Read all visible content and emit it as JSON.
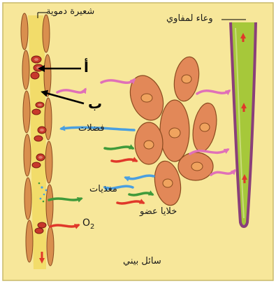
{
  "labels": {
    "blood_capillary": "شعيرة دموية",
    "lymph_vessel": "وعاء لمفاوي",
    "wastes": "فضلات",
    "nutrients": "مغذيات",
    "oxygen": "O",
    "oxygen_sub": "2",
    "organ_cells": "خلايا عضو",
    "interstitial_fluid": "سائل بيني",
    "letter_a": "أ",
    "letter_b": "ب"
  },
  "colors": {
    "background": "#f7e79a",
    "capillary_wall": "#d98f4e",
    "capillary_fill": "#f2dc6a",
    "red_blood_cell": "#c8392c",
    "lymph_fill": "#a6c83a",
    "lymph_wall": "#8a3f7a",
    "organ_cell": "#e28858",
    "organ_nucleus": "#f0a35e",
    "arrow_blue": "#4a9fe0",
    "arrow_green": "#3f9a3a",
    "arrow_red": "#e0382a",
    "arrow_pink": "#e070b8"
  }
}
